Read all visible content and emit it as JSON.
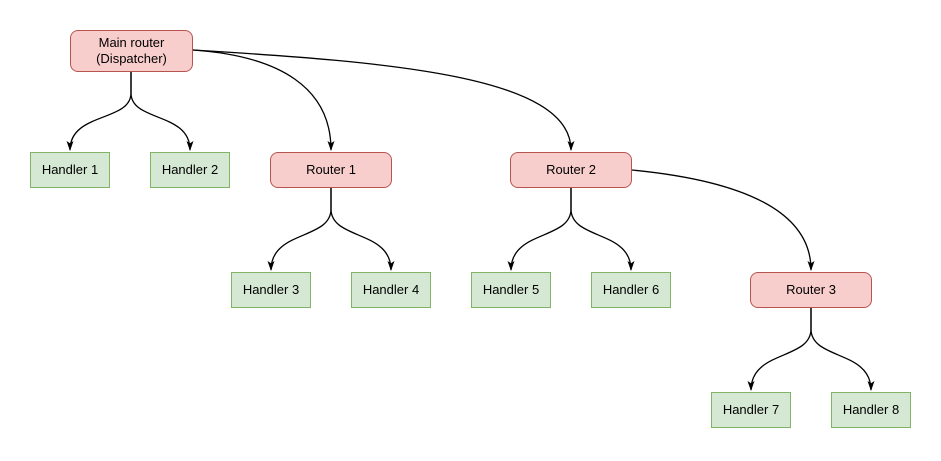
{
  "diagram": {
    "nodes": {
      "main": {
        "label": "Main router\n(Dispatcher)",
        "type": "router"
      },
      "handler1": {
        "label": "Handler 1",
        "type": "handler"
      },
      "handler2": {
        "label": "Handler 2",
        "type": "handler"
      },
      "router1": {
        "label": "Router 1",
        "type": "router"
      },
      "router2": {
        "label": "Router 2",
        "type": "router"
      },
      "handler3": {
        "label": "Handler 3",
        "type": "handler"
      },
      "handler4": {
        "label": "Handler 4",
        "type": "handler"
      },
      "handler5": {
        "label": "Handler 5",
        "type": "handler"
      },
      "handler6": {
        "label": "Handler 6",
        "type": "handler"
      },
      "router3": {
        "label": "Router 3",
        "type": "router"
      },
      "handler7": {
        "label": "Handler 7",
        "type": "handler"
      },
      "handler8": {
        "label": "Handler 8",
        "type": "handler"
      }
    },
    "edges": [
      {
        "from": "main",
        "to": "handler1"
      },
      {
        "from": "main",
        "to": "handler2"
      },
      {
        "from": "main",
        "to": "router1"
      },
      {
        "from": "main",
        "to": "router2"
      },
      {
        "from": "router1",
        "to": "handler3"
      },
      {
        "from": "router1",
        "to": "handler4"
      },
      {
        "from": "router2",
        "to": "handler5"
      },
      {
        "from": "router2",
        "to": "handler6"
      },
      {
        "from": "router2",
        "to": "router3"
      },
      {
        "from": "router3",
        "to": "handler7"
      },
      {
        "from": "router3",
        "to": "handler8"
      }
    ],
    "colors": {
      "background": "#ffffff",
      "router_fill": "#f8cecc",
      "router_stroke": "#b85450",
      "handler_fill": "#d5e8d4",
      "handler_stroke": "#82b366",
      "edge": "#000000",
      "text": "#000000"
    }
  }
}
